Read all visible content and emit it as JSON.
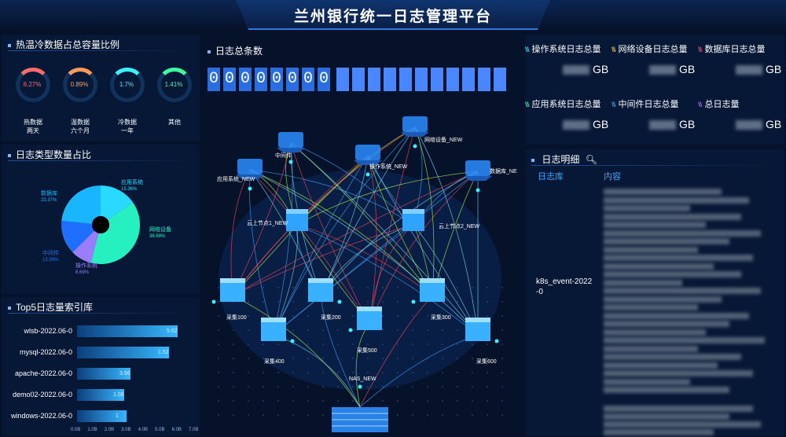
{
  "header": {
    "title": "兰州银行统一日志管理平台"
  },
  "left": {
    "hot_cold": {
      "title": "热温冷数据占总容量比例",
      "items": [
        {
          "value": "6.27%",
          "label_line1": "热数据",
          "label_line2": "两天",
          "color": "#ff6a6a"
        },
        {
          "value": "0.89%",
          "label_line1": "温数据",
          "label_line2": "六个月",
          "color": "#ff9a5a"
        },
        {
          "value": "1.7%",
          "label_line1": "冷数据",
          "label_line2": "一年",
          "color": "#3cf0ff"
        },
        {
          "value": "1.41%",
          "label_line1": "其他",
          "label_line2": "",
          "color": "#3dff9f"
        }
      ]
    },
    "type_ratio": {
      "title": "日志类型数量占比",
      "slices": [
        {
          "label": "应用系统",
          "pct": "15.36%",
          "color": "#2ad9ff",
          "share": 0.1536
        },
        {
          "label": "网络设备",
          "pct": "38.69%",
          "color": "#27f0c0",
          "share": 0.3869
        },
        {
          "label": "操作系统",
          "pct": "8.69%",
          "color": "#9a7dff",
          "share": 0.0869
        },
        {
          "label": "中间件",
          "pct": "13.89%",
          "color": "#1f6fff",
          "share": 0.1389
        },
        {
          "label": "数据库",
          "pct": "23.37%",
          "color": "#19b6ff",
          "share": 0.2337
        }
      ]
    },
    "top5": {
      "title": "Top5日志量索引库",
      "rows": [
        {
          "name": "wlsb-2022.06-0",
          "value": "5.62",
          "frac": 0.85
        },
        {
          "name": "mysql-2022.06-0",
          "value": "1.52",
          "frac": 0.78
        },
        {
          "name": "apache-2022.06-0",
          "value": "3.96",
          "frac": 0.45
        },
        {
          "name": "demo02-2022.06-0",
          "value": "1.08",
          "frac": 0.4
        },
        {
          "name": "windows-2022.06-0",
          "value": "1",
          "frac": 0.42
        }
      ],
      "ticks": [
        "0.0B",
        "1.0B",
        "2.0B",
        "3.0B",
        "4.0B",
        "5.0B",
        "6.0B",
        "7.0B"
      ]
    }
  },
  "center": {
    "total_title": "日志总条数",
    "digits": [
      "0",
      "0",
      "0",
      "0",
      "0",
      "0",
      "0",
      "0"
    ],
    "topo": {
      "sources": [
        {
          "label": "应用系统_NEW"
        },
        {
          "label": "中间件"
        },
        {
          "label": "操作系统_NEW"
        },
        {
          "label": "网络设备_NEW"
        },
        {
          "label": "数据库_NE"
        }
      ],
      "nodes": [
        {
          "label": "云上节点1_NEW"
        },
        {
          "label": "云上节点2_NEW"
        }
      ],
      "collectors": [
        {
          "label": "采集100"
        },
        {
          "label": "采集200"
        },
        {
          "label": "采集300"
        },
        {
          "label": "采集400"
        },
        {
          "label": "采集500"
        },
        {
          "label": "采集600"
        }
      ],
      "storage": {
        "label": "NAS_NEW"
      }
    }
  },
  "right": {
    "stats": [
      {
        "label": "操作系统日志总量",
        "unit": "GB",
        "color": "#3cf0ff"
      },
      {
        "label": "网络设备日志总量",
        "unit": "GB",
        "color": "#ffd84a"
      },
      {
        "label": "数据库日志总量",
        "unit": "GB",
        "color": "#ff5a7a"
      },
      {
        "label": "应用系统日志总量",
        "unit": "GB",
        "color": "#3dff9f"
      },
      {
        "label": "中间件日志总量",
        "unit": "GB",
        "color": "#3cb0ff"
      },
      {
        "label": "总日志量",
        "unit": "GB",
        "color": "#b06bff"
      }
    ],
    "detail": {
      "title": "日志明细",
      "col1": "日志库",
      "col2": "内容",
      "entry": "k8s_event-2022-0"
    }
  }
}
